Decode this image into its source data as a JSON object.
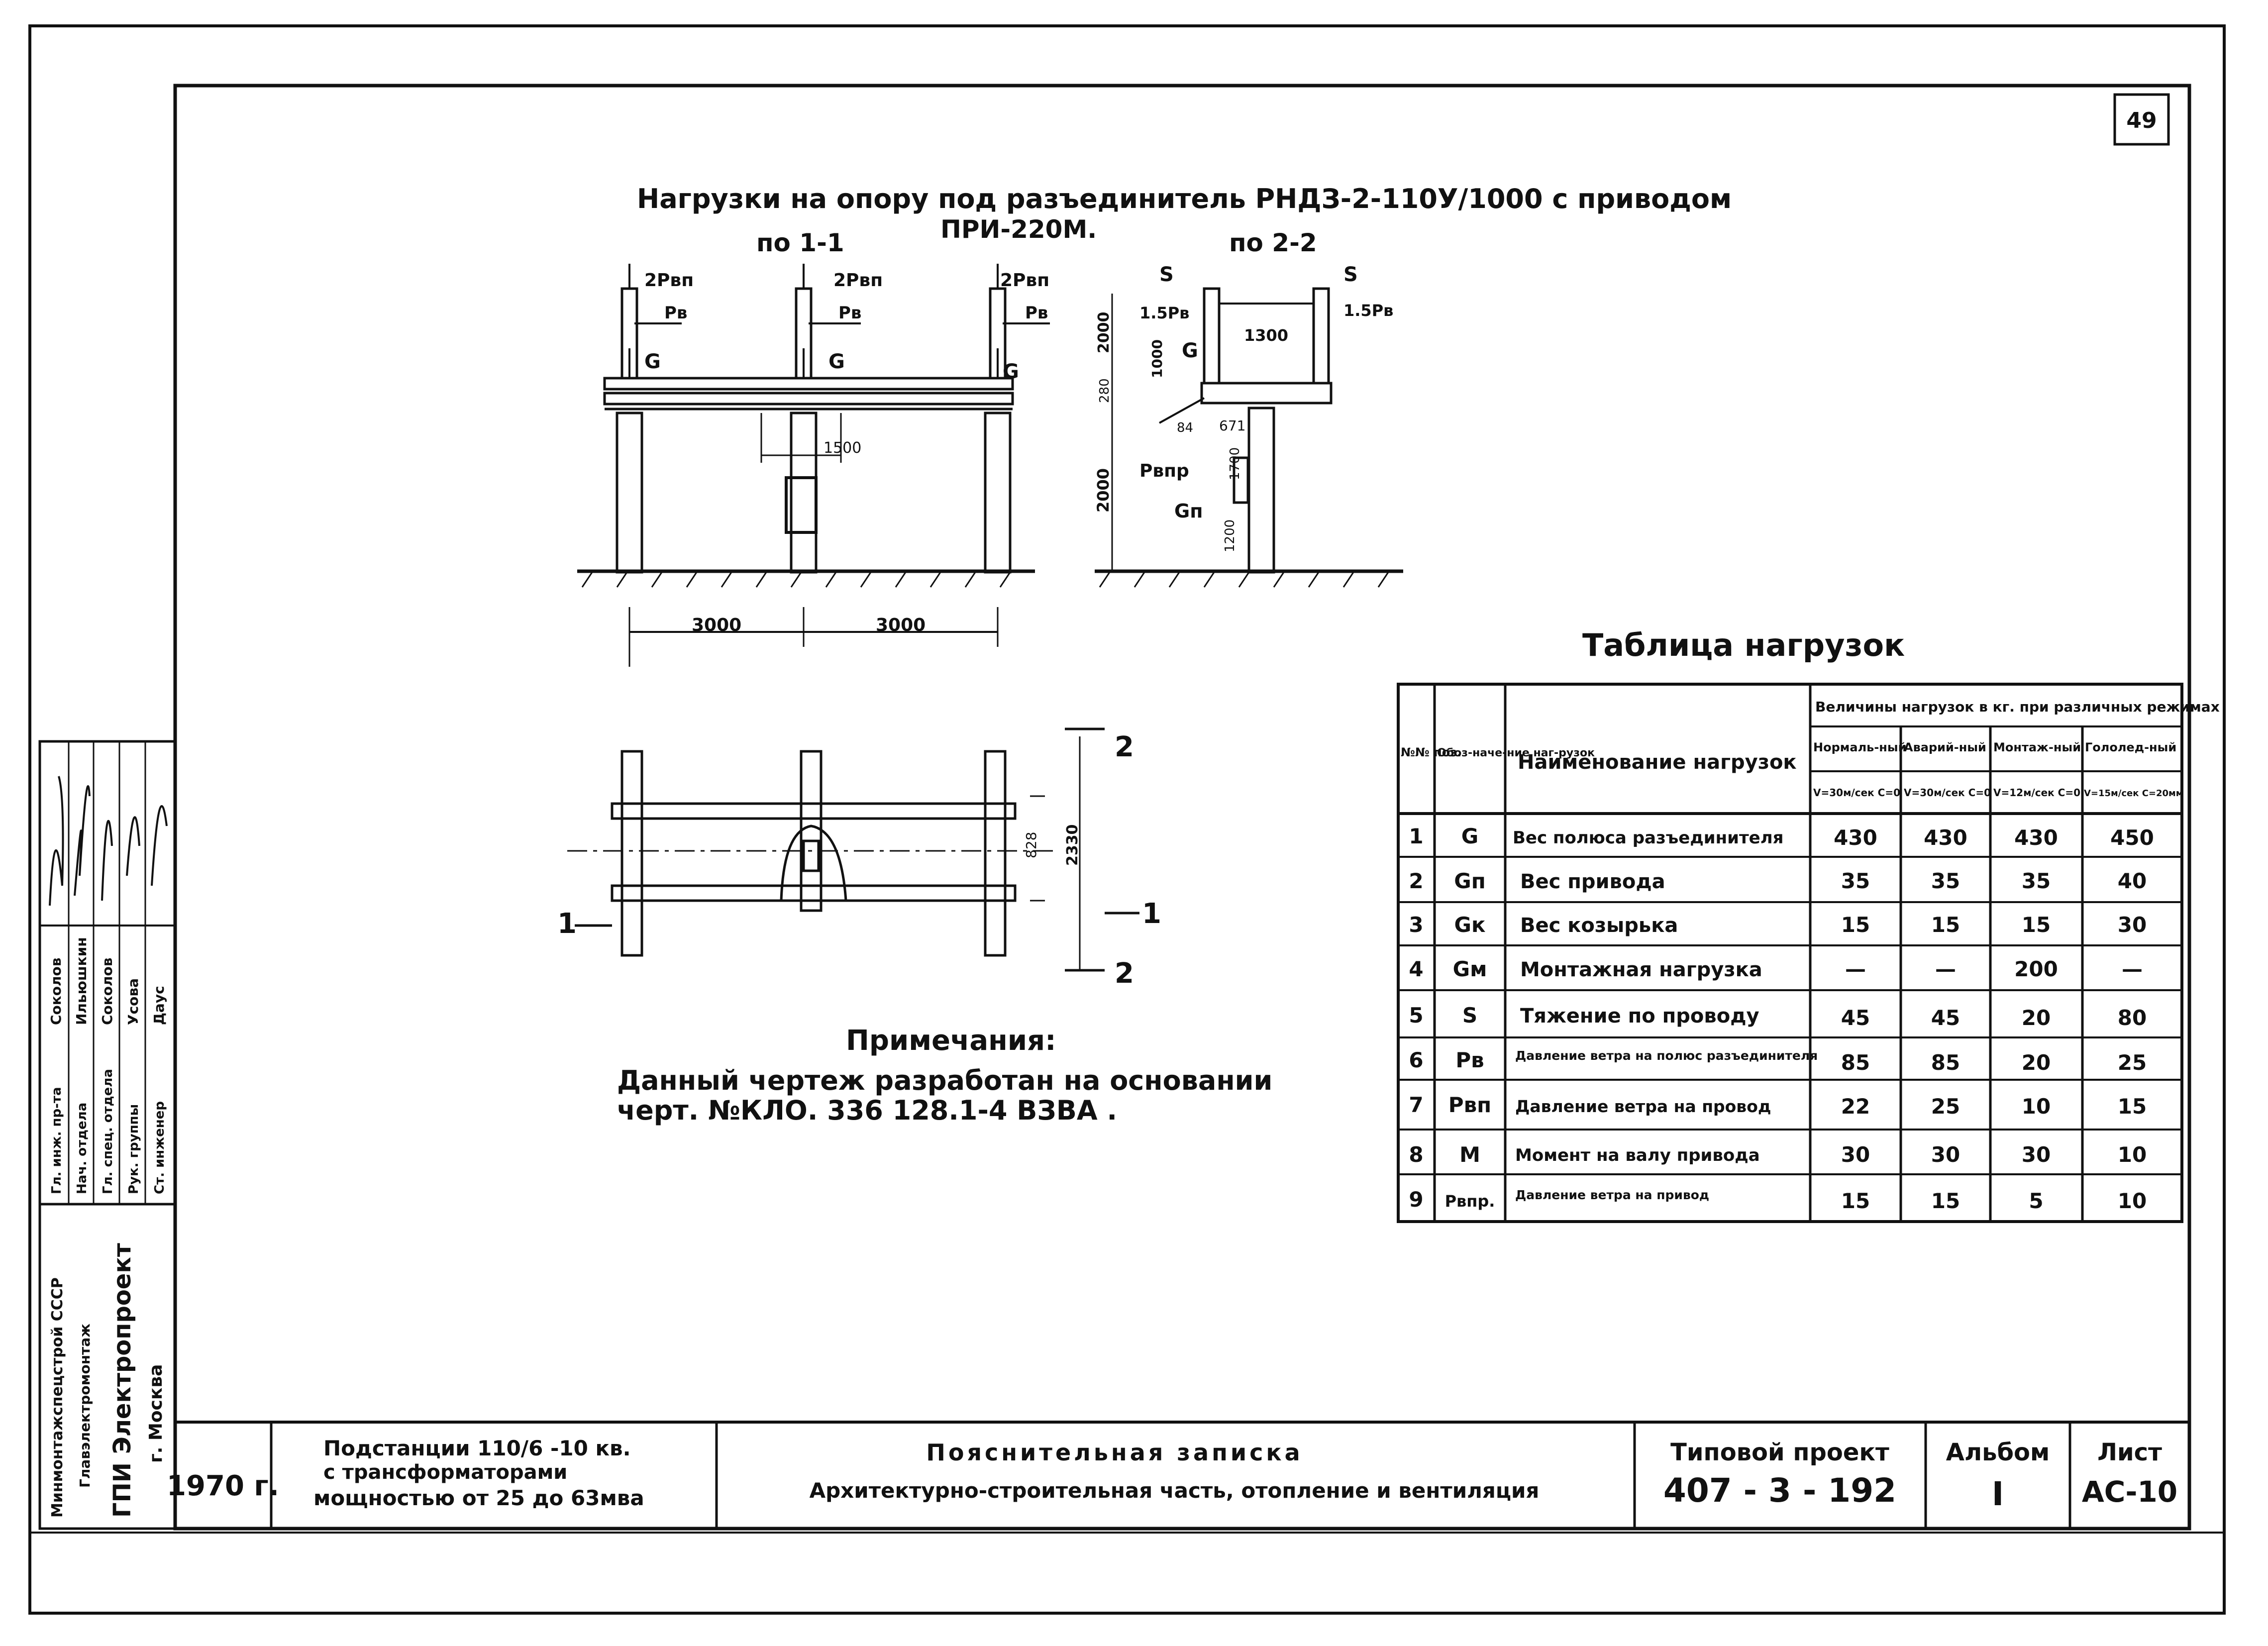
{
  "sheet_number": "49",
  "drawing": {
    "title_line1": "Нагрузки на опору под разъединитель РНДЗ-2-110У/1000 с приводом",
    "title_line2": "ПРИ-220М.",
    "view1_label": "по 1-1",
    "view2_label": "по 2-2",
    "view1": {
      "force_labels": [
        "2Рвп",
        "2Рвп",
        "2Рвп"
      ],
      "wind_labels": [
        "Рв",
        "Рв",
        "Рв"
      ],
      "g_labels": [
        "G",
        "G",
        "G"
      ],
      "dim_1500": "1500",
      "dim_3000_left": "3000",
      "dim_3000_right": "3000"
    },
    "view2": {
      "s_left": "S",
      "s_right": "S",
      "wind_left": "1.5Рв",
      "wind_right": "1.5Рв",
      "g_label": "G",
      "pbpr_label": "Рвпр",
      "gn_label": "Gп",
      "dim_1300": "1300",
      "dim_2000_top": "2000",
      "dim_1000": "1000",
      "dim_280": "280",
      "dim_2000_bottom": "2000",
      "dim_671": "671",
      "dim_84": "84",
      "dim_1200": "1200",
      "dim_1700": "1700"
    },
    "plan": {
      "section_1": "1",
      "section_2": "2",
      "dim_2330": "2330",
      "dim_828": "828"
    }
  },
  "notes": {
    "heading": "Примечания:",
    "line1": "Данный чертеж разработан на основании",
    "line2": "черт. №КЛО. 336 128.1-4   ВЗВА ."
  },
  "table": {
    "title": "Таблица нагрузок",
    "head_num": "№№ поз.",
    "head_symbol": "Обоз-наче-ние наг-рузок",
    "head_name": "Наименование нагрузок",
    "head_values": "Величины нагрузок в кг. при различных режимах",
    "modes": [
      "Нормаль-ный",
      "Аварий-ный",
      "Монтаж-ный",
      "Гололед-ный"
    ],
    "conditions": [
      "V=30м/сек С=0",
      "V=30м/сек С=0",
      "V=12м/сек С=0",
      "V=15м/сек С=20мм"
    ],
    "rows": [
      {
        "num": "1",
        "sym": "G",
        "name": "Вес полюса разъединителя",
        "v": [
          "430",
          "430",
          "430",
          "450"
        ]
      },
      {
        "num": "2",
        "sym": "Gп",
        "name": "Вес привода",
        "v": [
          "35",
          "35",
          "35",
          "40"
        ]
      },
      {
        "num": "3",
        "sym": "Gк",
        "name": "Вес козырька",
        "v": [
          "15",
          "15",
          "15",
          "30"
        ]
      },
      {
        "num": "4",
        "sym": "Gм",
        "name": "Монтажная нагрузка",
        "v": [
          "—",
          "—",
          "200",
          "—"
        ]
      },
      {
        "num": "5",
        "sym": "S",
        "name": "Тяжение по проводу",
        "v": [
          "45",
          "45",
          "20",
          "80"
        ]
      },
      {
        "num": "6",
        "sym": "Рв",
        "name": "Давление ветра на полюс разъединителя",
        "v": [
          "85",
          "85",
          "20",
          "25"
        ]
      },
      {
        "num": "7",
        "sym": "Рвп",
        "name": "Давление ветра на провод",
        "v": [
          "22",
          "25",
          "10",
          "15"
        ]
      },
      {
        "num": "8",
        "sym": "М",
        "name": "Момент на валу привода",
        "v": [
          "30",
          "30",
          "30",
          "10"
        ]
      },
      {
        "num": "9",
        "sym": "Рвпр.",
        "name": "Давление ветра на привод",
        "v": [
          "15",
          "15",
          "5",
          "10"
        ]
      }
    ]
  },
  "title_block": {
    "org_line1": "Минмонтажспецстрой СССР",
    "org_line2": "Главэлектромонтаж",
    "org_line3": "ГПИ Электропроект",
    "org_line4": "г. Москва",
    "roles": [
      "Гл. инж. пр-та",
      "Нач. отдела",
      "Гл. спец. отдела",
      "Рук. группы",
      "Ст. инженер"
    ],
    "names": [
      "Соколов",
      "Ильюшкин",
      "Соколов",
      "Усова",
      "Даус"
    ],
    "year": "1970 г.",
    "subject_line1": "Подстанции 110/6 -10 кв.",
    "subject_line2": "с трансформаторами",
    "subject_line3": "мощностью от 25 до 63мва",
    "doc_title": "Пояснительная записка",
    "doc_subtitle": "Архитектурно-строительная часть, отопление и вентиляция",
    "project_label": "Типовой проект",
    "project_number": "407 - 3 - 192",
    "album_label": "Альбом",
    "album_number": "I",
    "sheet_label": "Лист",
    "sheet_code": "АС-10"
  }
}
